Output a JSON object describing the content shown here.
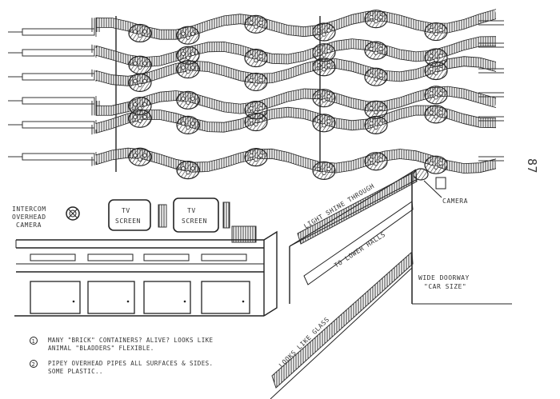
{
  "page_number": "87",
  "labels": {
    "intercom": [
      "INTERCOM",
      "OVERHEAD",
      "CAMERA"
    ],
    "tv_screen_1": [
      "TV",
      "SCREEN"
    ],
    "tv_screen_2": [
      "TV",
      "SCREEN"
    ],
    "camera": "CAMERA",
    "light_ray": "LIGHT SHINE THROUGH",
    "to_lower_halls": "TO LOWER HALLS",
    "looks_like_glass": "LOOKS LIKE GLASS",
    "wide_doorway": [
      "WIDE DOORWAY",
      "\"CAR SIZE\""
    ]
  },
  "notes": [
    {
      "marker": "1",
      "lines": [
        "MANY \"BRICK\" CONTAINERS? ALIVE? LOOKS LIKE",
        "ANIMAL \"BLADDERS\" FLEXIBLE."
      ]
    },
    {
      "marker": "2",
      "lines": [
        "PIPEY OVERHEAD PIPES ALL SURFACES & SIDES.",
        "SOME PLASTIC.."
      ]
    }
  ]
}
